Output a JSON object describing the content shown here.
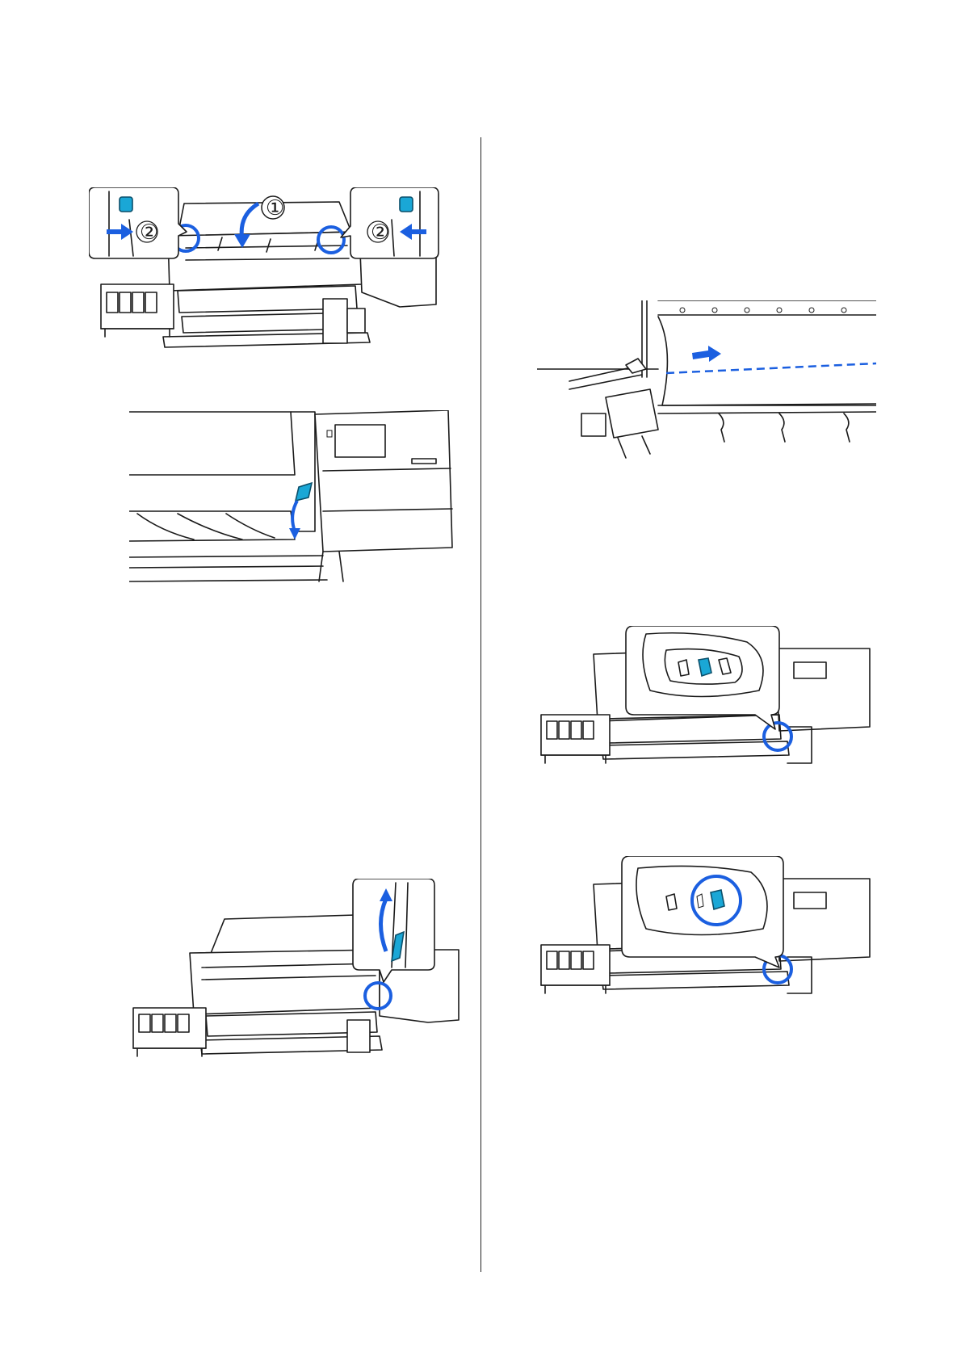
{
  "colors": {
    "callout_blue": "#1b5fe0",
    "lever_cyan": "#1aa7d6",
    "line_art": "#1a1a1a"
  },
  "figures": {
    "fig1": {
      "step_close_cover": "①",
      "step_lock_left": "②",
      "step_lock_right": "②"
    }
  }
}
